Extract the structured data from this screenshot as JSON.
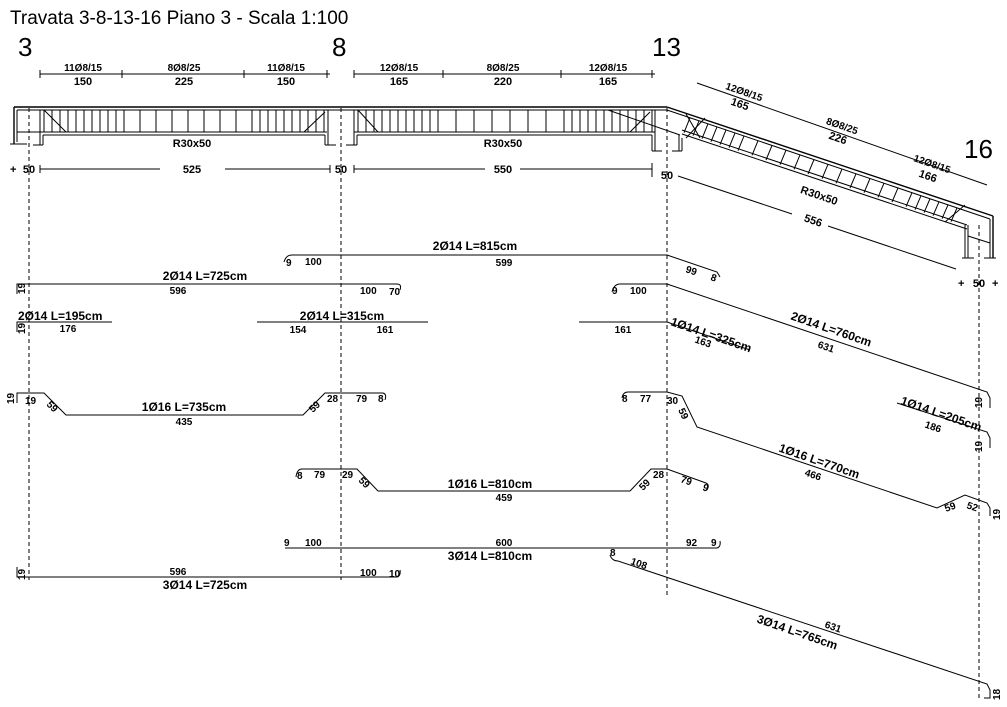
{
  "title": "Travata 3-8-13-16 Piano 3 - Scala 1:100",
  "axes": [
    "3",
    "8",
    "13",
    "16"
  ],
  "stirrups": {
    "span1": [
      {
        "spec": "11Ø8/15",
        "len": "150"
      },
      {
        "spec": "8Ø8/25",
        "len": "225"
      },
      {
        "spec": "11Ø8/15",
        "len": "150"
      }
    ],
    "span2": [
      {
        "spec": "12Ø8/15",
        "len": "165"
      },
      {
        "spec": "8Ø8/25",
        "len": "220"
      },
      {
        "spec": "12Ø8/15",
        "len": "165"
      }
    ],
    "span3": [
      {
        "spec": "12Ø8/15",
        "len": "165"
      },
      {
        "spec": "8Ø8/25",
        "len": "226"
      },
      {
        "spec": "12Ø8/15",
        "len": "166"
      }
    ]
  },
  "sections": [
    "R30x50",
    "R30x50",
    "R30x50"
  ],
  "spans": {
    "support": "50",
    "span1": "525",
    "span2": "550",
    "span3": "556"
  },
  "bars": {
    "b1": {
      "label": "2Ø14  L=815cm",
      "len": "599",
      "hook_l": "9",
      "left": "100",
      "right_a": "99",
      "right_b": "8"
    },
    "b2": {
      "label": "2Ø14  L=725cm",
      "hook": "19",
      "len": "596",
      "right": "100",
      "right_hook": "70"
    },
    "b3": {
      "label": "2Ø14  L=195cm",
      "hook": "19",
      "len": "176"
    },
    "b4": {
      "label": "2Ø14  L=315cm",
      "left": "154",
      "right": "161"
    },
    "b5": {
      "label": "2Ø14  L=760cm",
      "hook_l": "9",
      "left": "100",
      "len": "631",
      "hook_r": "19"
    },
    "b6": {
      "label": "1Ø14  L=325cm",
      "left": "161",
      "right": "163"
    },
    "b7": {
      "label": "1Ø14  L=205cm",
      "len": "186",
      "hook": "19"
    },
    "b8": {
      "label": "1Ø16  L=735cm",
      "hook": "19",
      "a": "19",
      "b": "59",
      "len": "435",
      "c": "59",
      "d": "28",
      "e": "79",
      "f": "8"
    },
    "b9": {
      "label": "1Ø16  L=770cm",
      "a": "8",
      "b": "77",
      "c": "30",
      "d": "59",
      "len": "466",
      "e": "59",
      "f": "52",
      "hook": "19"
    },
    "b10": {
      "label": "1Ø16  L=810cm",
      "a": "8",
      "b": "79",
      "c": "29",
      "d": "59",
      "len": "459",
      "e": "59",
      "f": "28",
      "g": "79",
      "h": "9"
    },
    "b11": {
      "label": "3Ø14  L=810cm",
      "hook_l": "9",
      "left": "100",
      "len": "600",
      "right": "92",
      "hook_r": "9"
    },
    "b12": {
      "label": "3Ø14  L=725cm",
      "hook": "19",
      "len": "596",
      "right": "100",
      "right_hook": "10"
    },
    "b13": {
      "label": "3Ø14  L=765cm",
      "hook_l": "8",
      "left": "108",
      "len": "631",
      "hook_r": "18"
    }
  }
}
